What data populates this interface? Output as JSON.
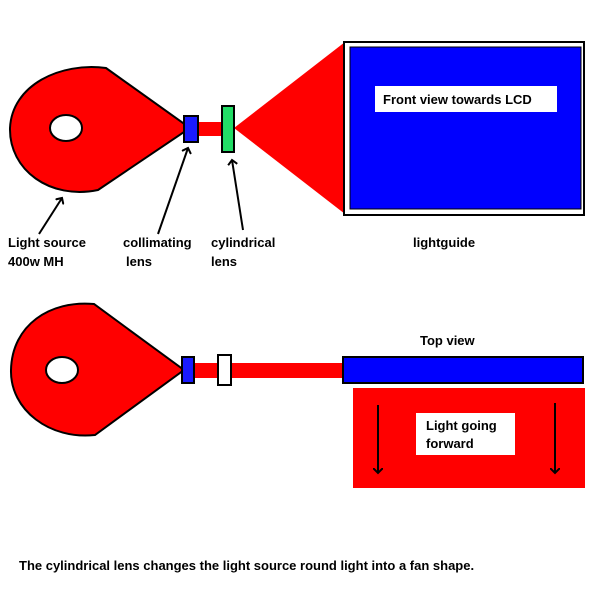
{
  "labels": {
    "front_view": "Front view towards LCD",
    "light_source_line1": "Light source",
    "light_source_line2": "400w MH",
    "collimating_line1": "collimating",
    "collimating_line2": "lens",
    "cylindrical_line1": "cylindrical",
    "cylindrical_line2": "lens",
    "lightguide": "lightguide",
    "top_view": "Top view",
    "light_going_line1": "Light going",
    "light_going_line2": "forward",
    "caption": "The cylindrical lens changes the light source round light into a fan shape."
  },
  "colors": {
    "light": "#ff0000",
    "lightguide": "#0000ff",
    "collimating_lens": "#1a1aff",
    "cylindrical_lens": "#22dd66",
    "outline": "#000000",
    "background": "#ffffff"
  }
}
